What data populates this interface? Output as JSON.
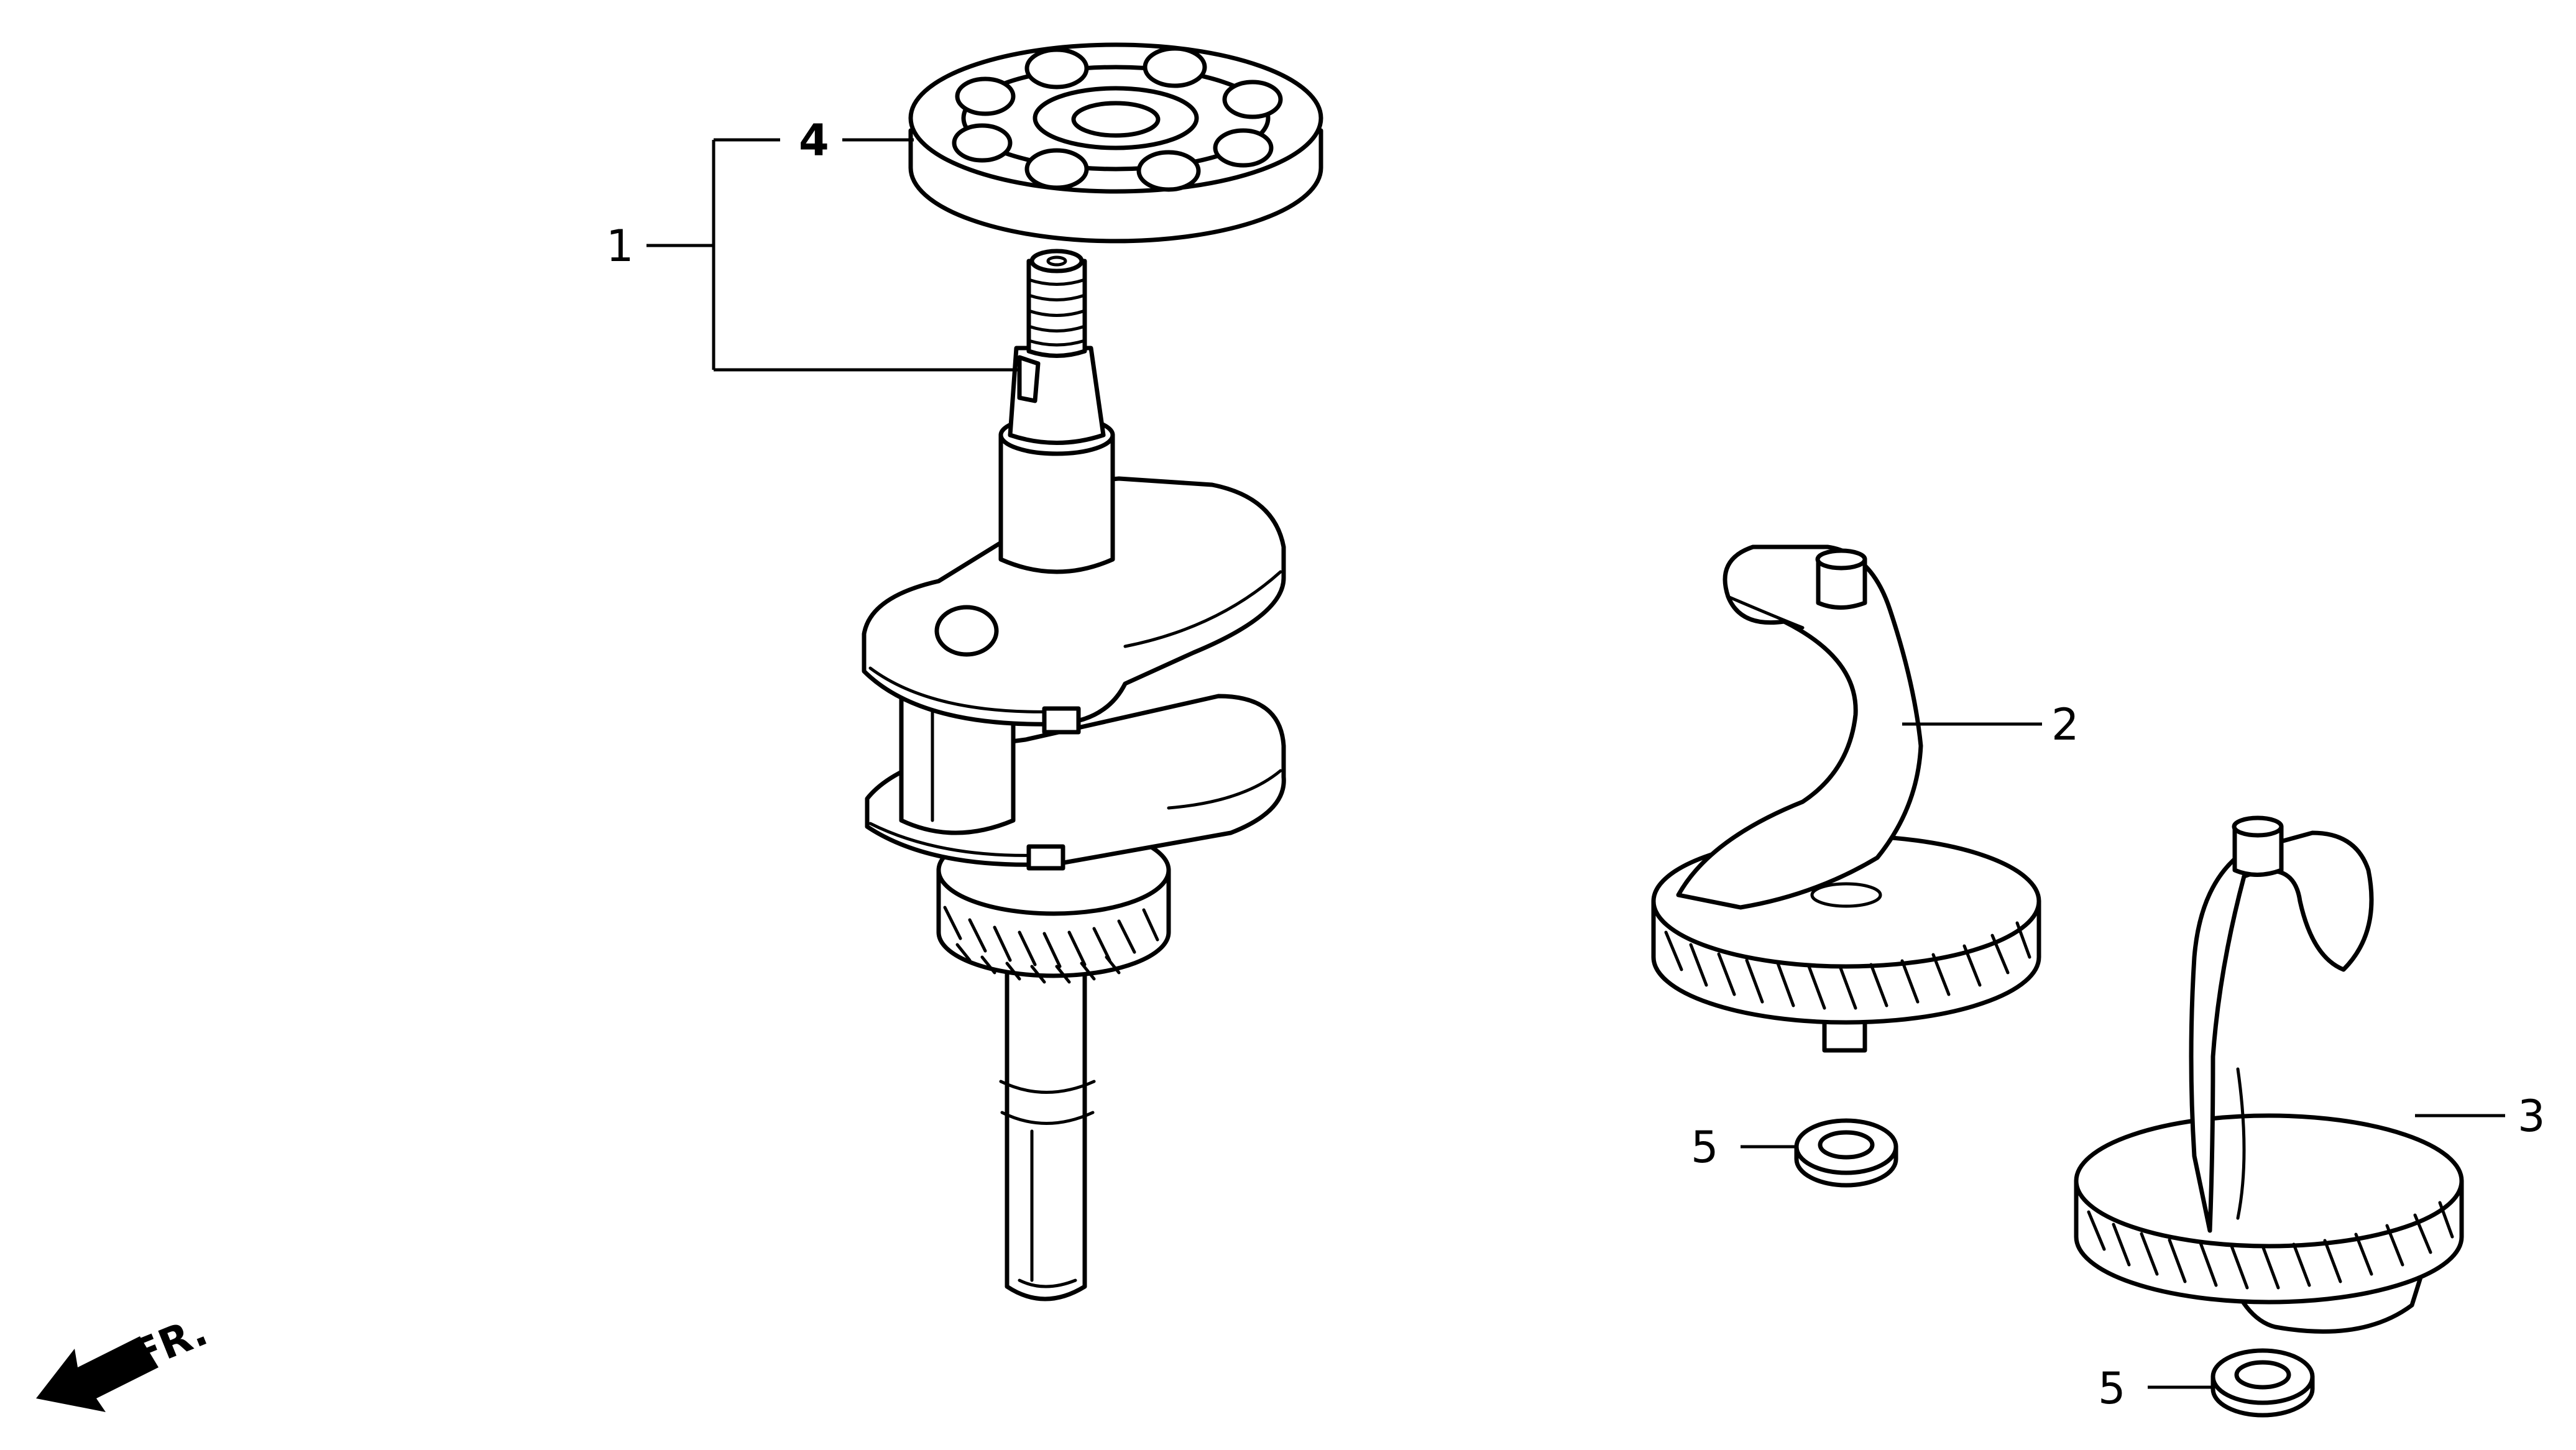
{
  "callouts": {
    "c1": "1",
    "c2": "2",
    "c3": "3",
    "c4": "4",
    "c5a": "5",
    "c5b": "5"
  },
  "orientation": {
    "label": "FR.",
    "icon": "front-direction-arrow-icon"
  },
  "colors": {
    "line": "#000000",
    "background": "#ffffff"
  }
}
